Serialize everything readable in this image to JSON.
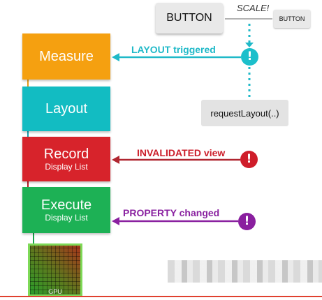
{
  "stages": {
    "measure": {
      "title": "Measure"
    },
    "layout": {
      "title": "Layout"
    },
    "record": {
      "title": "Record",
      "subtitle": "Display List"
    },
    "execute": {
      "title": "Execute",
      "subtitle": "Display List"
    }
  },
  "triggers": {
    "layout_triggered": "LAYOUT triggered",
    "invalidated_view": "INVALIDATED view",
    "property_changed": "PROPERTY changed",
    "alert_symbol": "!"
  },
  "button_demo": {
    "large_label": "BUTTON",
    "small_label": "BUTTON",
    "scale_label": "SCALE!"
  },
  "request_layout": "requestLayout(..)",
  "gpu_label": "GPU",
  "colors": {
    "measure": "#f5a010",
    "layout": "#12bcc2",
    "record": "#d7232b",
    "execute": "#1db155",
    "layout_trigger": "#1fb9c8",
    "invalidate_trigger": "#cc1f2b",
    "property_trigger": "#8a21a0",
    "gpu_frame": "#7ed957"
  }
}
